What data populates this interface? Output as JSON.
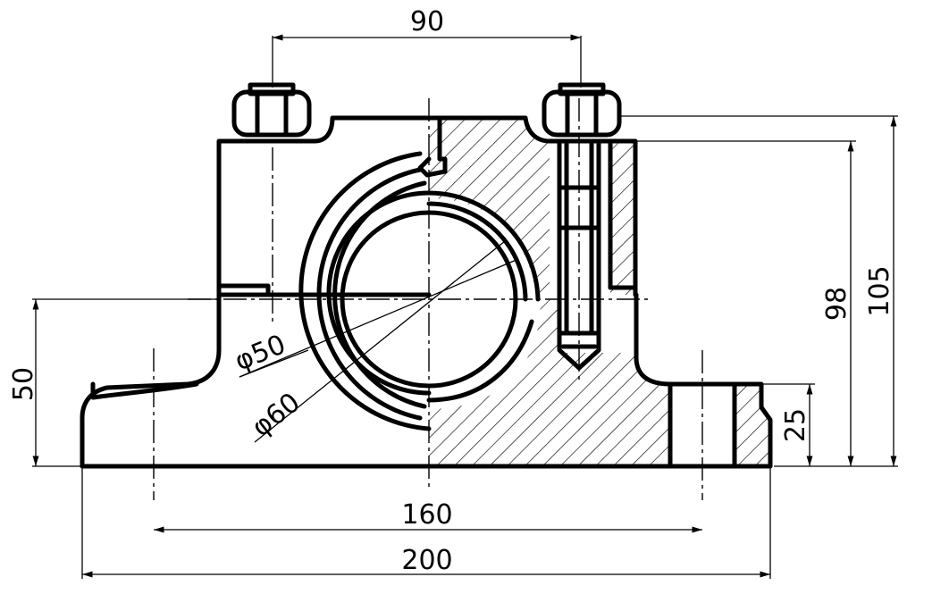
{
  "drawing": {
    "dim_bolt_spacing": "90",
    "dim_total_height": "105",
    "dim_cap_height": "98",
    "dim_center_height": "50",
    "dim_base_thickness": "25",
    "dim_hole_spacing": "160",
    "dim_overall_length": "200",
    "dim_inner_diameter": "φ50",
    "dim_outer_diameter": "φ60"
  },
  "colors": {
    "line": "#000000",
    "background": "#ffffff"
  }
}
